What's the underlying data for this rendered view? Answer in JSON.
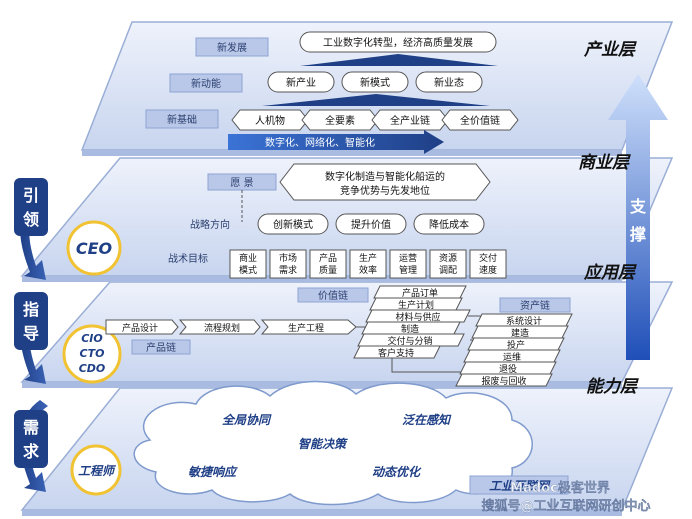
{
  "layers": {
    "industry": "产业层",
    "business": "商业层",
    "application": "应用层",
    "capability": "能力层"
  },
  "support_label": "支撑",
  "side_labels": {
    "guide": "引领",
    "direct": "指导",
    "demand": "需求"
  },
  "roles": {
    "ceo": "CEO",
    "cio_lines": [
      "CIO",
      "CTO",
      "CDO"
    ],
    "engineer": "工程师"
  },
  "industry_layer": {
    "rows": [
      "新发展",
      "新动能",
      "新基础"
    ],
    "top_box": "工业数字化转型，经济高质量发展",
    "drivers": [
      "新产业",
      "新模式",
      "新业态"
    ],
    "foundations": [
      "人机物",
      "全要素",
      "全产业链",
      "全价值链"
    ],
    "arrow_text": "数字化、网络化、智能化"
  },
  "business_layer": {
    "labels": [
      "愿 景",
      "战略方向",
      "战术目标"
    ],
    "vision_lines": [
      "数字化制造与智能化船运的",
      "竞争优势与先发地位"
    ],
    "strategies": [
      "创新模式",
      "提升价值",
      "降低成本"
    ],
    "tactics": [
      [
        "商业",
        "模式"
      ],
      [
        "市场",
        "需求"
      ],
      [
        "产品",
        "质量"
      ],
      [
        "生产",
        "效率"
      ],
      [
        "运营",
        "管理"
      ],
      [
        "资源",
        "调配"
      ],
      [
        "交付",
        "速度"
      ]
    ]
  },
  "application_layer": {
    "value_chain": "价值链",
    "product_chain": "产品链",
    "asset_chain": "资产链",
    "product_flow": [
      "产品设计",
      "流程规划",
      "生产工程"
    ],
    "value_items": [
      "产品订单",
      "生产计划",
      "材料与供应",
      "制造",
      "交付与分销",
      "客户支持"
    ],
    "asset_items": [
      "系统设计",
      "建造",
      "投产",
      "运维",
      "退役",
      "报废与回收"
    ]
  },
  "capability_layer": {
    "cloud_items": [
      "全局协同",
      "泛在感知",
      "智能决策",
      "敏捷响应",
      "动态优化"
    ],
    "platform": "工业互联网"
  },
  "watermark": {
    "line1": "Madoc极客世界",
    "line2": "搜狐号@工业互联网研创中心"
  },
  "colors": {
    "plane_top": "#dce5f7",
    "plane_edge": "#9aaed6",
    "navy": "#1f3f86",
    "label_bg": "#b9c8e8",
    "arrow_blue": "#3b73d6"
  }
}
